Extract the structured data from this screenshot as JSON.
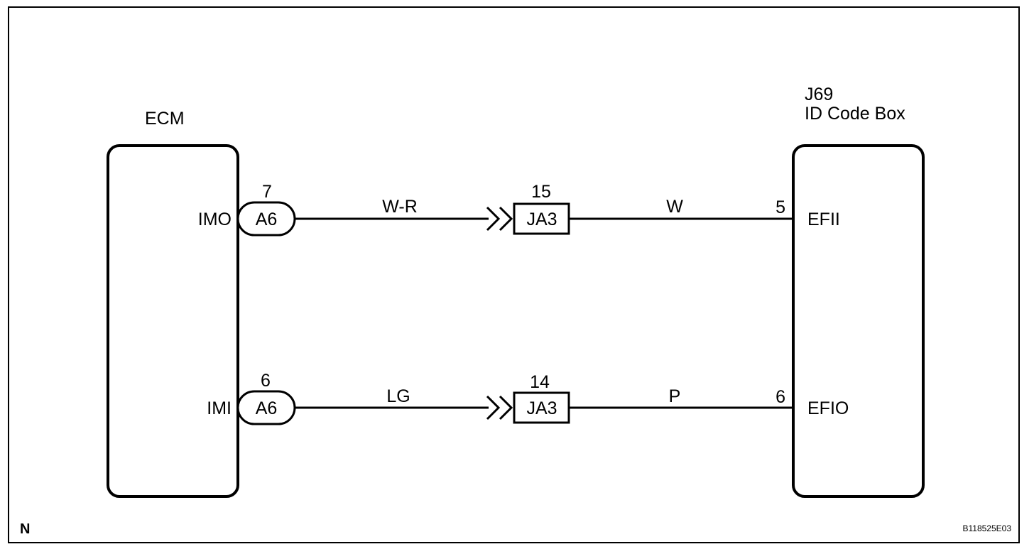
{
  "diagram": {
    "outer_frame_note": "",
    "corner_label": "N",
    "figure_code": "B118525E03",
    "ecm": {
      "title": "ECM"
    },
    "id_code_box": {
      "connector": "J69",
      "title": "ID Code Box"
    },
    "circuits": [
      {
        "ecm_pin_name": "IMO",
        "ecm_connector": "A6",
        "ecm_pin": "7",
        "wire_color_1": "W-R",
        "junction_pin": "15",
        "junction": "JA3",
        "wire_color_2": "W",
        "box_pin": "5",
        "box_pin_name": "EFII"
      },
      {
        "ecm_pin_name": "IMI",
        "ecm_connector": "A6",
        "ecm_pin": "6",
        "wire_color_1": "LG",
        "junction_pin": "14",
        "junction": "JA3",
        "wire_color_2": "P",
        "box_pin": "6",
        "box_pin_name": "EFIO"
      }
    ]
  }
}
